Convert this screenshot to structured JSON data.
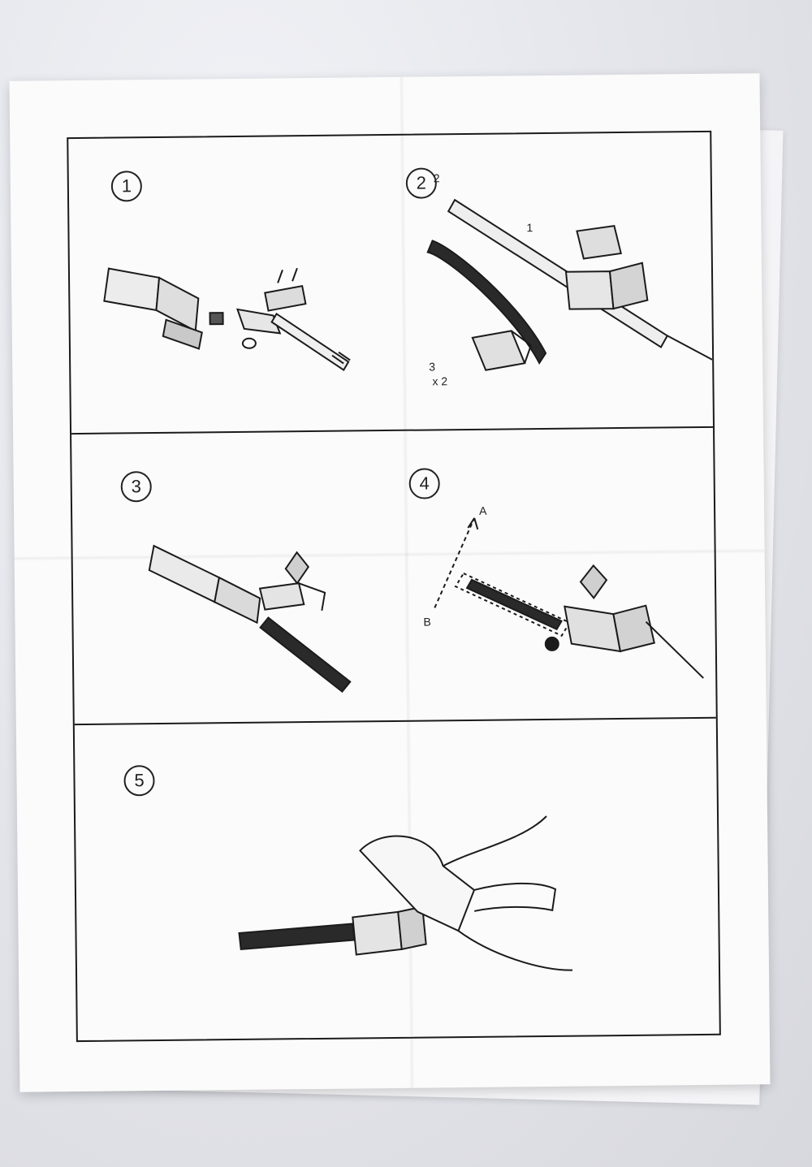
{
  "steps": [
    {
      "number": "1"
    },
    {
      "number": "2",
      "callouts": [
        "2",
        "1",
        "3",
        "x 2"
      ]
    },
    {
      "number": "3"
    },
    {
      "number": "4",
      "labels": [
        "A",
        "B"
      ]
    },
    {
      "number": "5"
    }
  ]
}
